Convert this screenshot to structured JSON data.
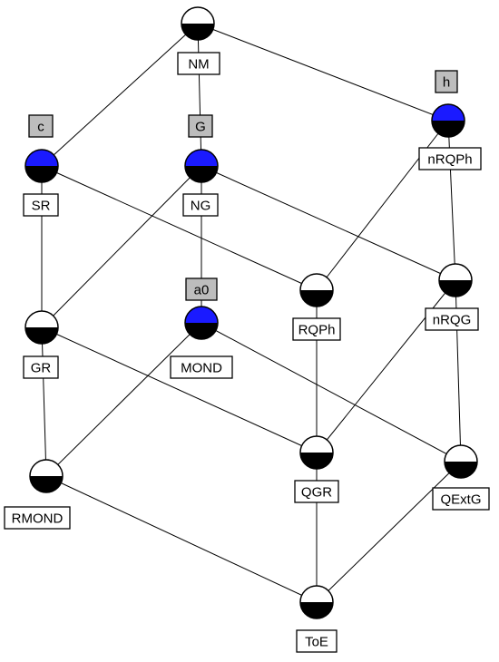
{
  "colors": {
    "attribute_fill": "#1a1aff",
    "empty_fill": "#ffffff",
    "object_fill": "#000000",
    "attribute_box": "#bdbdbd",
    "edge": "#000000"
  },
  "nodes": [
    {
      "id": "top",
      "object_label": "NM",
      "attribute_label": "",
      "upper": "empty"
    },
    {
      "id": "SR",
      "object_label": "SR",
      "attribute_label": "c",
      "upper": "attribute"
    },
    {
      "id": "NG",
      "object_label": "NG",
      "attribute_label": "G",
      "upper": "attribute"
    },
    {
      "id": "nRQPh",
      "object_label": "nRQPh",
      "attribute_label": "h",
      "upper": "attribute"
    },
    {
      "id": "RQPh",
      "object_label": "RQPh",
      "attribute_label": "",
      "upper": "empty"
    },
    {
      "id": "nRQG",
      "object_label": "nRQG",
      "attribute_label": "",
      "upper": "empty"
    },
    {
      "id": "GR",
      "object_label": "GR",
      "attribute_label": "",
      "upper": "empty"
    },
    {
      "id": "MOND",
      "object_label": "MOND",
      "attribute_label": "a0",
      "upper": "attribute"
    },
    {
      "id": "RMOND",
      "object_label": "RMOND",
      "attribute_label": "",
      "upper": "empty"
    },
    {
      "id": "QGR",
      "object_label": "QGR",
      "attribute_label": "",
      "upper": "empty"
    },
    {
      "id": "QExtG",
      "object_label": "QExtG",
      "attribute_label": "",
      "upper": "empty"
    },
    {
      "id": "ToE",
      "object_label": "ToE",
      "attribute_label": "",
      "upper": "empty"
    }
  ],
  "edges": [
    [
      "top",
      "SR"
    ],
    [
      "top",
      "NG"
    ],
    [
      "top",
      "nRQPh"
    ],
    [
      "SR",
      "GR"
    ],
    [
      "SR",
      "RQPh"
    ],
    [
      "NG",
      "GR"
    ],
    [
      "NG",
      "MOND"
    ],
    [
      "NG",
      "nRQG"
    ],
    [
      "nRQPh",
      "RQPh"
    ],
    [
      "nRQPh",
      "nRQG"
    ],
    [
      "GR",
      "RMOND"
    ],
    [
      "GR",
      "QGR"
    ],
    [
      "MOND",
      "RMOND"
    ],
    [
      "MOND",
      "QExtG"
    ],
    [
      "RQPh",
      "QGR"
    ],
    [
      "nRQG",
      "QGR"
    ],
    [
      "nRQG",
      "QExtG"
    ],
    [
      "RMOND",
      "ToE"
    ],
    [
      "QGR",
      "ToE"
    ],
    [
      "QExtG",
      "ToE"
    ]
  ]
}
